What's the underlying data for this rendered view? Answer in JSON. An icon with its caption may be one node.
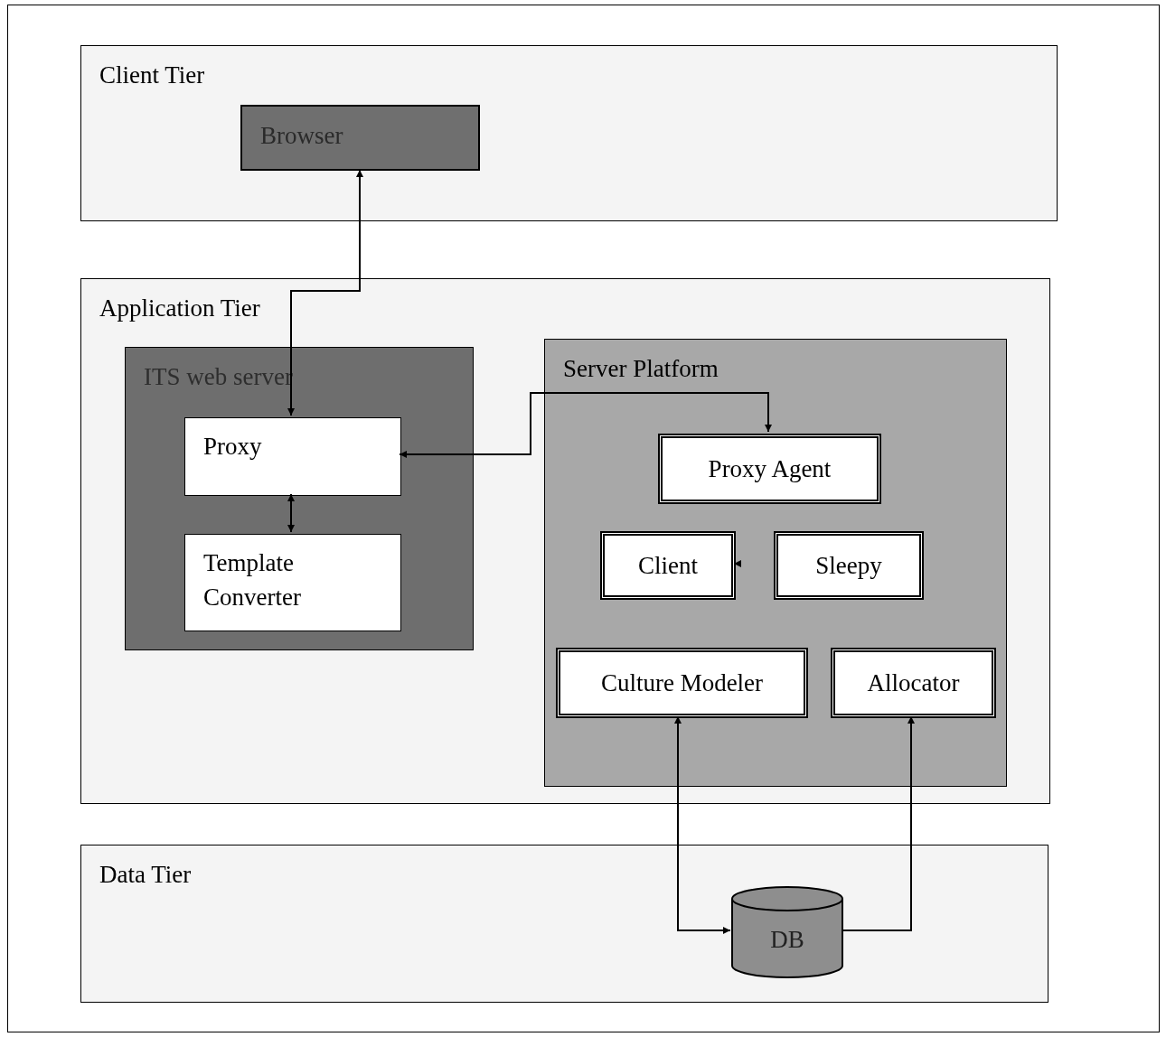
{
  "diagram": {
    "nodes": [
      {
        "text": [
          "Client Tier"
        ]
      },
      {
        "text": [
          "Browser"
        ],
        "in": 0
      },
      {
        "text": [
          "Application Tier"
        ]
      },
      {
        "text": [
          "ITS web server"
        ],
        "in": 2
      },
      {
        "text": [
          "Proxy"
        ],
        "in": 3
      },
      {
        "text": [
          "Template Converter"
        ],
        "in": 3
      },
      {
        "text": [
          "Server Platform"
        ],
        "in": 2
      },
      {
        "text": [
          "Proxy Agent"
        ],
        "in": 6
      },
      {
        "text": [
          "Client"
        ],
        "in": 6
      },
      {
        "text": [
          "Sleepy"
        ],
        "in": 6
      },
      {
        "text": [
          "Culture Modeler"
        ],
        "in": 6
      },
      {
        "text": [
          "Allocator"
        ],
        "in": 6
      },
      {
        "text": [
          "Data Tier"
        ]
      },
      {
        "text": [
          "DB"
        ],
        "in": 12
      }
    ],
    "edges": [
      {
        "from": 1,
        "to": 4,
        "arrow": "both"
      },
      {
        "from": 4,
        "to": 5,
        "arrow": "both"
      },
      {
        "from": 7,
        "to": 4,
        "arrow": "both"
      },
      {
        "from": null,
        "to": 8,
        "arrow": "to"
      },
      {
        "from": 10,
        "to": 13,
        "arrow": "both"
      },
      {
        "from": 13,
        "to": 11,
        "arrow": "to"
      }
    ]
  }
}
